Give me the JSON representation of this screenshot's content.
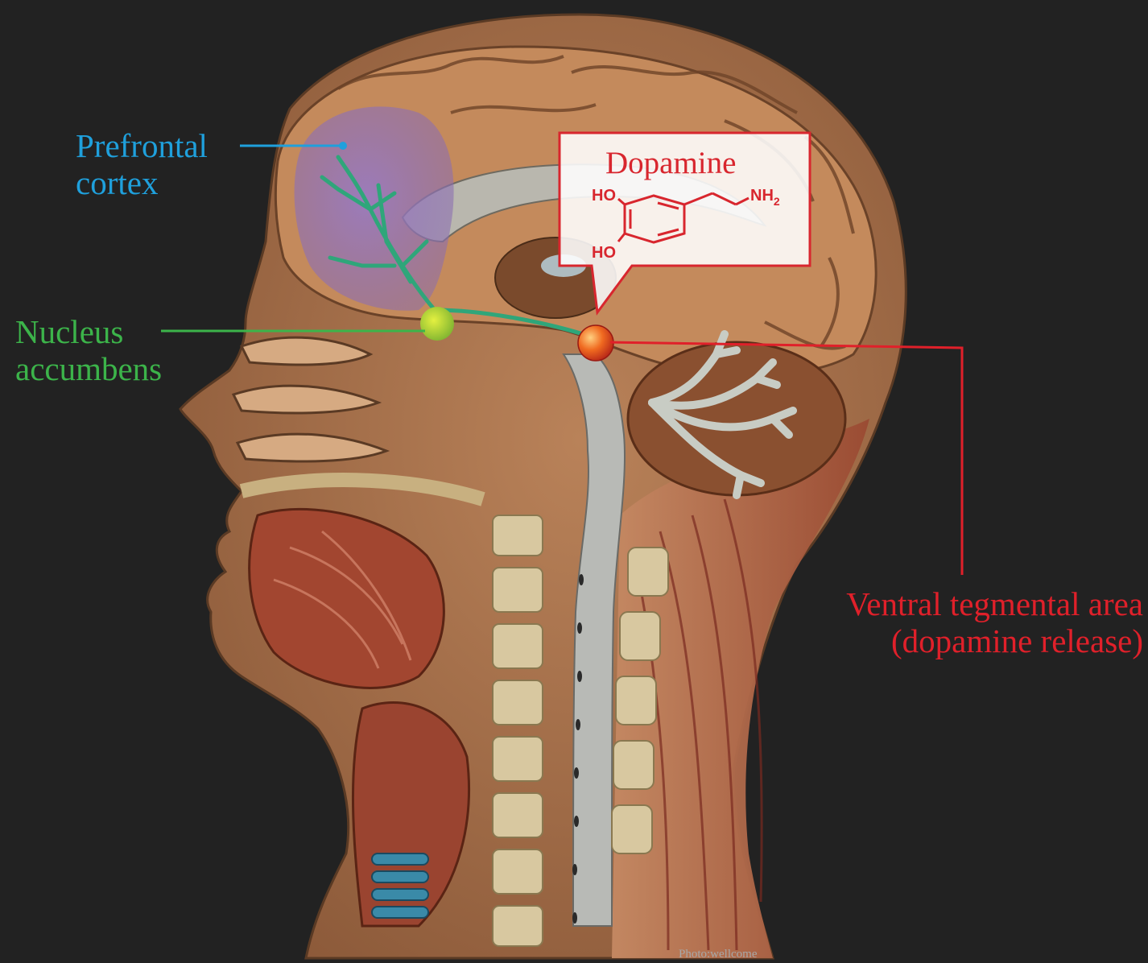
{
  "labels": {
    "prefrontal": {
      "line1": "Prefrontal",
      "line2": "cortex"
    },
    "nucleus": {
      "line1": "Nucleus",
      "line2": "accumbens"
    },
    "vta": {
      "line1": "Ventral tegmental area",
      "line2": "(dopamine release)"
    }
  },
  "callout": {
    "title": "Dopamine",
    "molecule": {
      "ho_top": "HO",
      "ho_bottom": "HO",
      "amine": "NH",
      "amine_sub": "2"
    }
  },
  "credit": "Photo:wellcome",
  "colors": {
    "background": "#222222",
    "prefrontal": "#1fa0dc",
    "nucleus": "#3cb44a",
    "vta": "#e0202a",
    "callout_border": "#d8262e",
    "pathway": "#2fa67a"
  }
}
